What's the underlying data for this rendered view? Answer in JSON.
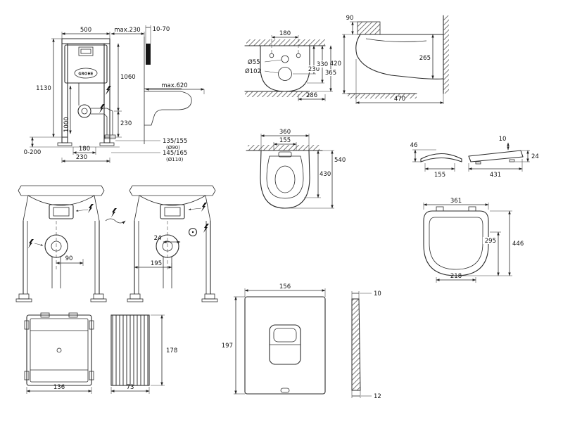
{
  "drawing": {
    "brand": "GROHE",
    "frame": {
      "width": "500",
      "depth": "max.230",
      "plate_depth": "10-70",
      "height": "1130",
      "inner_height": "1000",
      "panel_height": "1060",
      "flush_height": "230",
      "foot_adjust": "0-200",
      "drain_offset": "180",
      "base_width": "230",
      "wc_depth_max": "max.620",
      "outlet_a": "135/155",
      "outlet_a_dia": "(Ø90)",
      "outlet_b": "145/165",
      "outlet_b_dia": "(Ø110)"
    },
    "wc_top": {
      "hole_spacing": "180",
      "inlet_dia": "Ø55",
      "outlet_dia": "Ø102",
      "d230": "230",
      "d330": "330",
      "d365": "365",
      "d286": "286"
    },
    "wc_side": {
      "d90": "90",
      "h420": "420",
      "h265": "265",
      "depth": "470"
    },
    "bowl_top": {
      "width": "360",
      "hole_spacing": "155",
      "depth": "540",
      "inner_depth": "430"
    },
    "seat_side": {
      "lid_height": "46",
      "t10": "10",
      "t24": "24",
      "w155": "155",
      "length": "431"
    },
    "seat_top": {
      "width": "361",
      "l295": "295",
      "length": "446",
      "hinge": "218"
    },
    "elec": {
      "d90": "90",
      "d24": "24",
      "d195": "195"
    },
    "box": {
      "width": "136",
      "height": "178",
      "depth": "73"
    },
    "plate": {
      "width": "156",
      "height": "197",
      "t_top": "10",
      "t_bottom": "12"
    }
  }
}
